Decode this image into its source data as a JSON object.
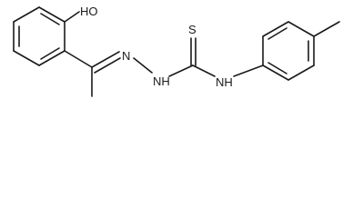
{
  "molecule": {
    "atoms": {
      "hydroxyl": "HO",
      "imine_nitrogen": "N",
      "hydrazine_nh": "NH",
      "thione_sulfur": "S",
      "amide_nh": "NH"
    }
  },
  "colors": {
    "bond": "#1a1a1a",
    "background": "#ffffff"
  }
}
